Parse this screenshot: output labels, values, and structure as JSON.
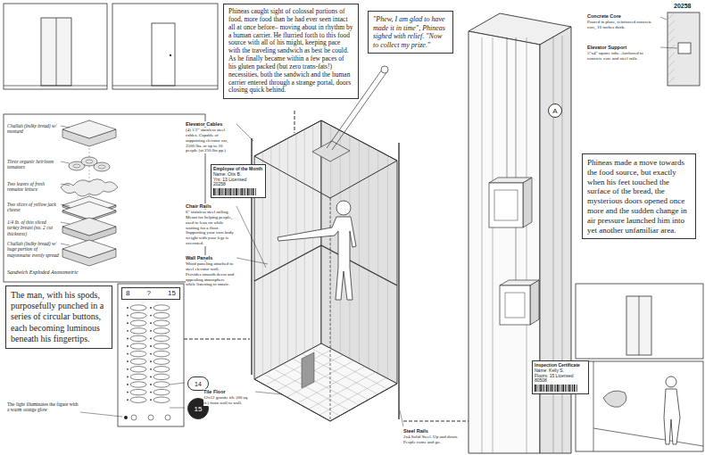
{
  "diagram": {
    "nodes": [
      {
        "text": [
          "Phineas caught sight of colossal portions of food, more food than he had ever seen intact all at once before– moving about in rhythm by a human carrier. He flurried forth to this food source with all of his might, keeping pace with the traveling sandwich as best he could. As he finally became within a few paces of his gluten packed (but zero trans-fats!) necessities, both the sandwich and the human carrier entered through a strange portal, doors closing quick behind."
        ]
      },
      {
        "text": [
          "\"Phew, I am glad to have made it in time\", Phineas sighed with relief. \"Now to collect my prize.\""
        ]
      },
      {
        "text": [
          "Phineas made a move towards the food source, but exactly when his feet touched the surface of the bread, the mysterious doors opened once more and the sudden change in air pressure launched him into yet another unfamiliar area."
        ]
      },
      {
        "text": [
          "The man, with his spods, purposefully punched in a series of circular buttons, each becoming luminous beneath his fingertips."
        ]
      },
      {
        "text": [
          "8",
          "?",
          "15"
        ]
      },
      {
        "text": [
          "14"
        ]
      },
      {
        "text": [
          "15"
        ]
      },
      {
        "text": [
          "Employee of the Month",
          "Name: Otis B.",
          "Yrs: 13 Licensed",
          "20258"
        ]
      },
      {
        "text": [
          "Inspection Certificate",
          "Name: Kelly S.",
          "Floors: 15 Licensed",
          "80508"
        ]
      },
      {
        "text": [
          "A"
        ]
      }
    ],
    "labels": [
      "20258",
      "Concrete Core",
      "Poured in place, reinforced concrete core, 10 inches thick.",
      "Elevator Support",
      "5\"x4\" square tube. Anchored to concrete core and steel rails.",
      "Challah (bulky bread) w/ mustard",
      "Three organic heirloom tomatoes",
      "Two leaves of fresh romaine lettuce",
      "Two slices of yellow jack cheese",
      "1/4 lb. of thin sliced turkey breast (no. 2 cut thickness)",
      "Challah (bulky bread) w/ huge portion of mayonnaise evenly spread",
      "Sandwich Exploded Axonometric",
      "Elevator Cables",
      "(4) 1/2\" stainless steel cables. Capable of supporting elevator car, 2500 lbs. or up to 10 people (at 250 lbs pp.)",
      "Chair Rails",
      "6\" stainless steel railing. Meant for helping people, used to lean on while waiting for a floor. Supporting your own body weight with your legs is overrated.",
      "Wall Panels",
      "Wood paneling attached to steel elevator wall. Provides smooth decor and appealing atmosphere while listening to music.",
      "Tile Floor",
      "12x12 granite tile (60 sq. ft.) from wall to wall.",
      "Steel Rails",
      "2x4 Solid Steel. Up and down. People come and go.",
      "The light illuminates the figure with a warm orange glow"
    ]
  }
}
